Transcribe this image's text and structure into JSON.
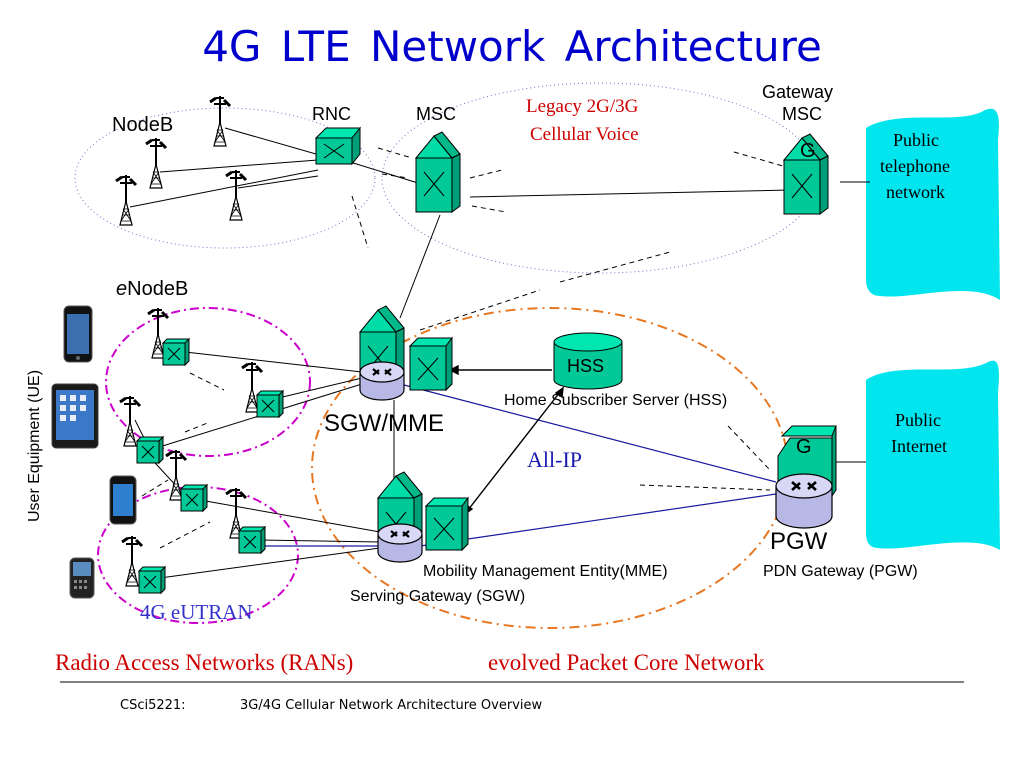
{
  "slide": {
    "title": "4G LTE  Network Architecture",
    "footer_course": "CSci5221:",
    "footer_topic": "3G/4G Cellular Network Architecture Overview"
  },
  "legacy": {
    "nodeb_label": "NodeB",
    "rnc_label": "RNC",
    "msc_label": "MSC",
    "legacy_label_line1": "Legacy 2G/3G",
    "legacy_label_line2": "Cellular Voice",
    "gateway_msc_line1": "Gateway",
    "gateway_msc_line2": "MSC",
    "gateway_g": "G",
    "pstn_line1": "Public",
    "pstn_line2": "telephone",
    "pstn_line3": "network"
  },
  "lte": {
    "enodeb_italic": "e",
    "enodeb_rest": "NodeB",
    "ue_label": "User Equipment (UE)",
    "eutran_label": "4G eUTRAN",
    "sgw_mme_label": "SGW/MME",
    "hss_label": "HSS",
    "hss_full": "Home Subscriber Server (HSS)",
    "all_ip": "All-IP",
    "pgw_g": "G",
    "pgw_label": "PGW",
    "internet_line1": "Public",
    "internet_line2": "Internet",
    "mme_full": "Mobility Management Entity(MME)",
    "pgw_full": "PDN Gateway (PGW)",
    "sgw_full": "Serving Gateway (SGW)"
  },
  "captions": {
    "ran": "Radio Access Networks (RANs)",
    "epc": "evolved Packet  Core Network"
  },
  "colors": {
    "title": "#0000cc",
    "switch_green": "#00c896",
    "cloud_cyan": "#00e5ee",
    "router_purple": "#c8c8f0",
    "eutran_magenta": "#cc00cc",
    "epc_orange": "#e87722",
    "caption_red": "#cc0000",
    "link_blue": "#1a1aa0"
  }
}
